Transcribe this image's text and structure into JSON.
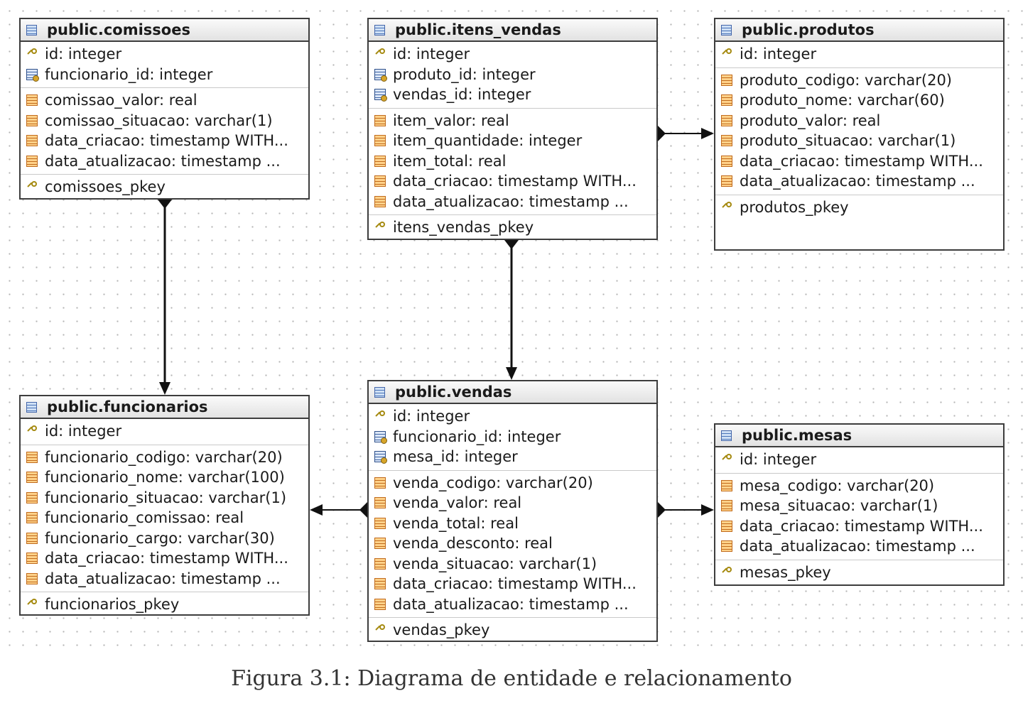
{
  "tables": {
    "comissoes": {
      "title": "public.comissoes",
      "fields": [
        {
          "name": "id: integer",
          "kind": "pk"
        },
        {
          "name": "funcionario_id: integer",
          "kind": "fk"
        },
        {
          "name": "comissao_valor: real",
          "kind": "col"
        },
        {
          "name": "comissao_situacao: varchar(1)",
          "kind": "col"
        },
        {
          "name": "data_criacao: timestamp WITH...",
          "kind": "col"
        },
        {
          "name": "data_atualizacao: timestamp ...",
          "kind": "col"
        }
      ],
      "pkey": "comissoes_pkey"
    },
    "itens_vendas": {
      "title": "public.itens_vendas",
      "fields": [
        {
          "name": "id: integer",
          "kind": "pk"
        },
        {
          "name": "produto_id: integer",
          "kind": "fk"
        },
        {
          "name": "vendas_id: integer",
          "kind": "fk"
        },
        {
          "name": "item_valor: real",
          "kind": "col"
        },
        {
          "name": "item_quantidade: integer",
          "kind": "col"
        },
        {
          "name": "item_total: real",
          "kind": "col"
        },
        {
          "name": "data_criacao: timestamp WITH...",
          "kind": "col"
        },
        {
          "name": "data_atualizacao: timestamp ...",
          "kind": "col"
        }
      ],
      "pkey": "itens_vendas_pkey"
    },
    "produtos": {
      "title": "public.produtos",
      "fields": [
        {
          "name": "id: integer",
          "kind": "pk"
        },
        {
          "name": "produto_codigo: varchar(20)",
          "kind": "col"
        },
        {
          "name": "produto_nome: varchar(60)",
          "kind": "col"
        },
        {
          "name": "produto_valor: real",
          "kind": "col"
        },
        {
          "name": "produto_situacao: varchar(1)",
          "kind": "col"
        },
        {
          "name": "data_criacao: timestamp WITH...",
          "kind": "col"
        },
        {
          "name": "data_atualizacao: timestamp ...",
          "kind": "col"
        }
      ],
      "pkey": "produtos_pkey"
    },
    "funcionarios": {
      "title": "public.funcionarios",
      "fields": [
        {
          "name": "id: integer",
          "kind": "pk"
        },
        {
          "name": "funcionario_codigo: varchar(20)",
          "kind": "col"
        },
        {
          "name": "funcionario_nome: varchar(100)",
          "kind": "col"
        },
        {
          "name": "funcionario_situacao: varchar(1)",
          "kind": "col"
        },
        {
          "name": "funcionario_comissao: real",
          "kind": "col"
        },
        {
          "name": "funcionario_cargo: varchar(30)",
          "kind": "col"
        },
        {
          "name": "data_criacao: timestamp WITH...",
          "kind": "col"
        },
        {
          "name": "data_atualizacao: timestamp ...",
          "kind": "col"
        }
      ],
      "pkey": "funcionarios_pkey"
    },
    "vendas": {
      "title": "public.vendas",
      "fields": [
        {
          "name": "id: integer",
          "kind": "pk"
        },
        {
          "name": "funcionario_id: integer",
          "kind": "fk"
        },
        {
          "name": "mesa_id: integer",
          "kind": "fk"
        },
        {
          "name": "venda_codigo: varchar(20)",
          "kind": "col"
        },
        {
          "name": "venda_valor: real",
          "kind": "col"
        },
        {
          "name": "venda_total: real",
          "kind": "col"
        },
        {
          "name": "venda_desconto: real",
          "kind": "col"
        },
        {
          "name": "venda_situacao: varchar(1)",
          "kind": "col"
        },
        {
          "name": "data_criacao: timestamp WITH...",
          "kind": "col"
        },
        {
          "name": "data_atualizacao: timestamp ...",
          "kind": "col"
        }
      ],
      "pkey": "vendas_pkey"
    },
    "mesas": {
      "title": "public.mesas",
      "fields": [
        {
          "name": "id: integer",
          "kind": "pk"
        },
        {
          "name": "mesa_codigo: varchar(20)",
          "kind": "col"
        },
        {
          "name": "mesa_situacao: varchar(1)",
          "kind": "col"
        },
        {
          "name": "data_criacao: timestamp WITH...",
          "kind": "col"
        },
        {
          "name": "data_atualizacao: timestamp ...",
          "kind": "col"
        }
      ],
      "pkey": "mesas_pkey"
    }
  },
  "relations": [
    {
      "from": "comissoes",
      "to": "funcionarios"
    },
    {
      "from": "itens_vendas",
      "to": "vendas"
    },
    {
      "from": "itens_vendas",
      "to": "produtos"
    },
    {
      "from": "vendas",
      "to": "funcionarios"
    },
    {
      "from": "vendas",
      "to": "mesas"
    }
  ],
  "caption": "Figura 3.1: Diagrama de entidade e relacionamento",
  "colors": {
    "border": "#3d3d3d",
    "table_icon": "#4a74b8",
    "column_icon": "#c06a1c",
    "key_icon": "#a58a10",
    "line": "#111111"
  }
}
